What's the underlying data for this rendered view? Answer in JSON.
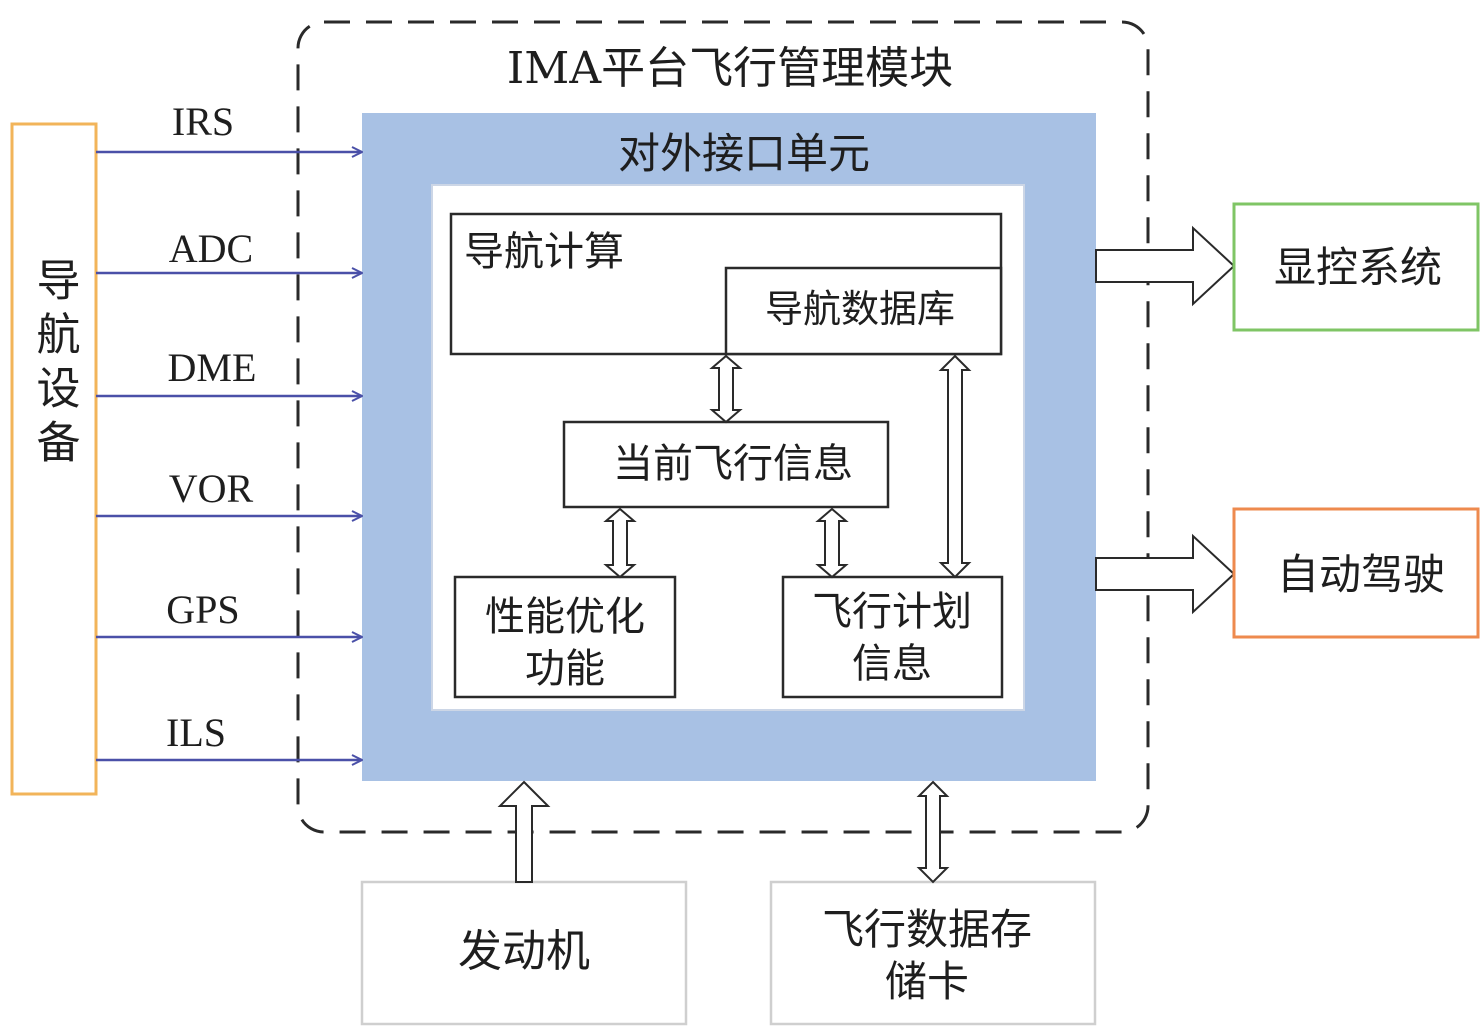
{
  "module_title": "IMA平台飞行管理模块",
  "interface_unit": "对外接口单元",
  "nav_device": "导航设备",
  "signals": [
    "IRS",
    "ADC",
    "DME",
    "VOR",
    "GPS",
    "ILS"
  ],
  "nav_calc": "导航计算",
  "nav_database": "导航数据库",
  "current_flight_info": "当前飞行信息",
  "perf_opt_lines": [
    "性能优化",
    "功能"
  ],
  "flight_plan_lines": [
    "飞行计划",
    "信息"
  ],
  "display_system": "显控系统",
  "autopilot": "自动驾驶",
  "engine": "发动机",
  "data_card_lines": [
    "飞行数据存",
    "储卡"
  ],
  "colors": {
    "interface_fill": "#a8c1e4",
    "signal_arrow": "#4a50a8",
    "nav_device_border": "#f2b45a",
    "display_border": "#7fc565",
    "autopilot_border": "#ee8a4e",
    "outline": "#2a2a2a",
    "light_border": "#cfcfcf"
  }
}
